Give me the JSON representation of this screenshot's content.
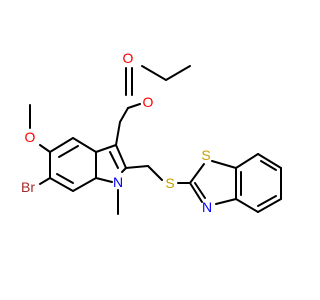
{
  "colors": {
    "bond": "#000000",
    "oxygen": "#ff0000",
    "nitrogen": "#0000ff",
    "sulfur": "#c8a000",
    "bromine": "#a52a2a",
    "background": "#ffffff"
  },
  "atoms": {
    "o_carbonyl": "O",
    "o_ester": "O",
    "o_methoxy": "O",
    "br": "Br",
    "n_indole": "N",
    "s_thioether": "S",
    "s_thiazole": "S",
    "n_thiazole": "N"
  }
}
